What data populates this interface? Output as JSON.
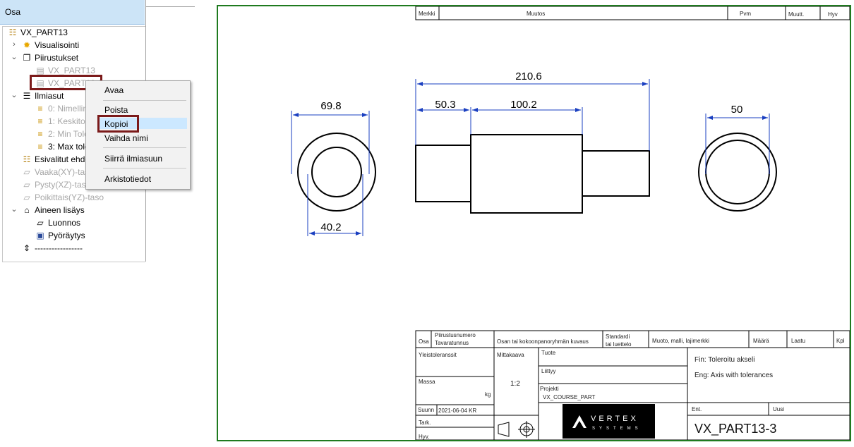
{
  "tree": {
    "header": "Osa",
    "items": [
      {
        "label": "VX_PART13",
        "icon": "part-icon",
        "dim": false
      },
      {
        "label": "Visualisointi",
        "icon": "sun-icon",
        "dim": false
      },
      {
        "label": "Piirustukset",
        "icon": "drawings-icon",
        "dim": false
      },
      {
        "label": "VX_PART13",
        "icon": "drawing-sheet-icon",
        "dim": true
      },
      {
        "label": "VX_PART13-3",
        "icon": "drawing-sheet-icon",
        "dim": true
      },
      {
        "label": "Ilmiasut",
        "icon": "configurations-icon",
        "dim": false
      },
      {
        "label": "0: Nimellinen",
        "icon": "config-item-icon",
        "dim": true
      },
      {
        "label": "1: Keskitoleranssi",
        "icon": "config-item-icon",
        "dim": true
      },
      {
        "label": "2: Min Toleranssi",
        "icon": "config-item-icon",
        "dim": true
      },
      {
        "label": "3: Max toleranssi",
        "icon": "config-item-icon",
        "dim": false
      },
      {
        "label": "Esivalitut ehdot",
        "icon": "preselected-icon",
        "dim": false
      },
      {
        "label": "Vaaka(XY)-taso",
        "icon": "plane-icon",
        "dim": true
      },
      {
        "label": "Pysty(XZ)-taso",
        "icon": "plane-icon",
        "dim": true
      },
      {
        "label": "Poikittais(YZ)-taso",
        "icon": "plane-icon",
        "dim": true
      },
      {
        "label": "Aineen lisäys",
        "icon": "add-material-icon",
        "dim": false
      },
      {
        "label": "Luonnos",
        "icon": "sketch-icon",
        "dim": false
      },
      {
        "label": "Pyöräytys",
        "icon": "revolve-icon",
        "dim": false
      },
      {
        "label": "-----------------",
        "icon": "reorder-handle-icon",
        "dim": false
      }
    ]
  },
  "context_menu": {
    "items": [
      "Avaa",
      "Poista",
      "Kopioi",
      "Vaihda nimi",
      "Siirrä ilmiasuun",
      "Arkistotiedot"
    ],
    "highlighted": "Kopioi"
  },
  "drawing": {
    "dimensions": {
      "left_outer": "69.8",
      "left_inner": "40.2",
      "total_length": "210.6",
      "seg1": "50.3",
      "seg2": "100.2",
      "right_inner": "50"
    },
    "revision_table": {
      "merkki": "Merkki",
      "muutos": "Muutos",
      "pvm": "Pvm",
      "muutt": "Muutt.",
      "hyv": "Hyv"
    },
    "title_block": {
      "osa": "Osa",
      "piirustusnumero": "Piirustusnumero",
      "tavaratunnus": "Tavaratunnus",
      "kuvaus": "Osan tai kokoonpanoryhmän kuvaus",
      "standardi": "Standardi",
      "tai_luettelo": "tai luettelo",
      "muoto": "Muoto, malli, lajimerkki",
      "maara": "Määrä",
      "laatu": "Laatu",
      "kpl": "Kpl",
      "yleistoleranssit": "Yleistoleranssit",
      "mittakaava": "Mittakaava",
      "scale": "1:2",
      "tuote": "Tuote",
      "liittyy": "Liittyy",
      "projekti": "Projekti",
      "projekti_value": "VX_COURSE_PART",
      "massa": "Massa",
      "kg": "kg",
      "suunn": "Suunn",
      "suunn_value": "2021-06-04 KR",
      "tark": "Tark.",
      "hyv": "Hyv.",
      "title_fin": "Fin: Toleroitu akseli",
      "title_eng": "Eng: Axis with tolerances",
      "ent": "Ent.",
      "uusi": "Uusi",
      "drawing_number": "VX_PART13-3",
      "logo_top": "VERTEX",
      "logo_bottom": "SYSTEMS"
    }
  }
}
